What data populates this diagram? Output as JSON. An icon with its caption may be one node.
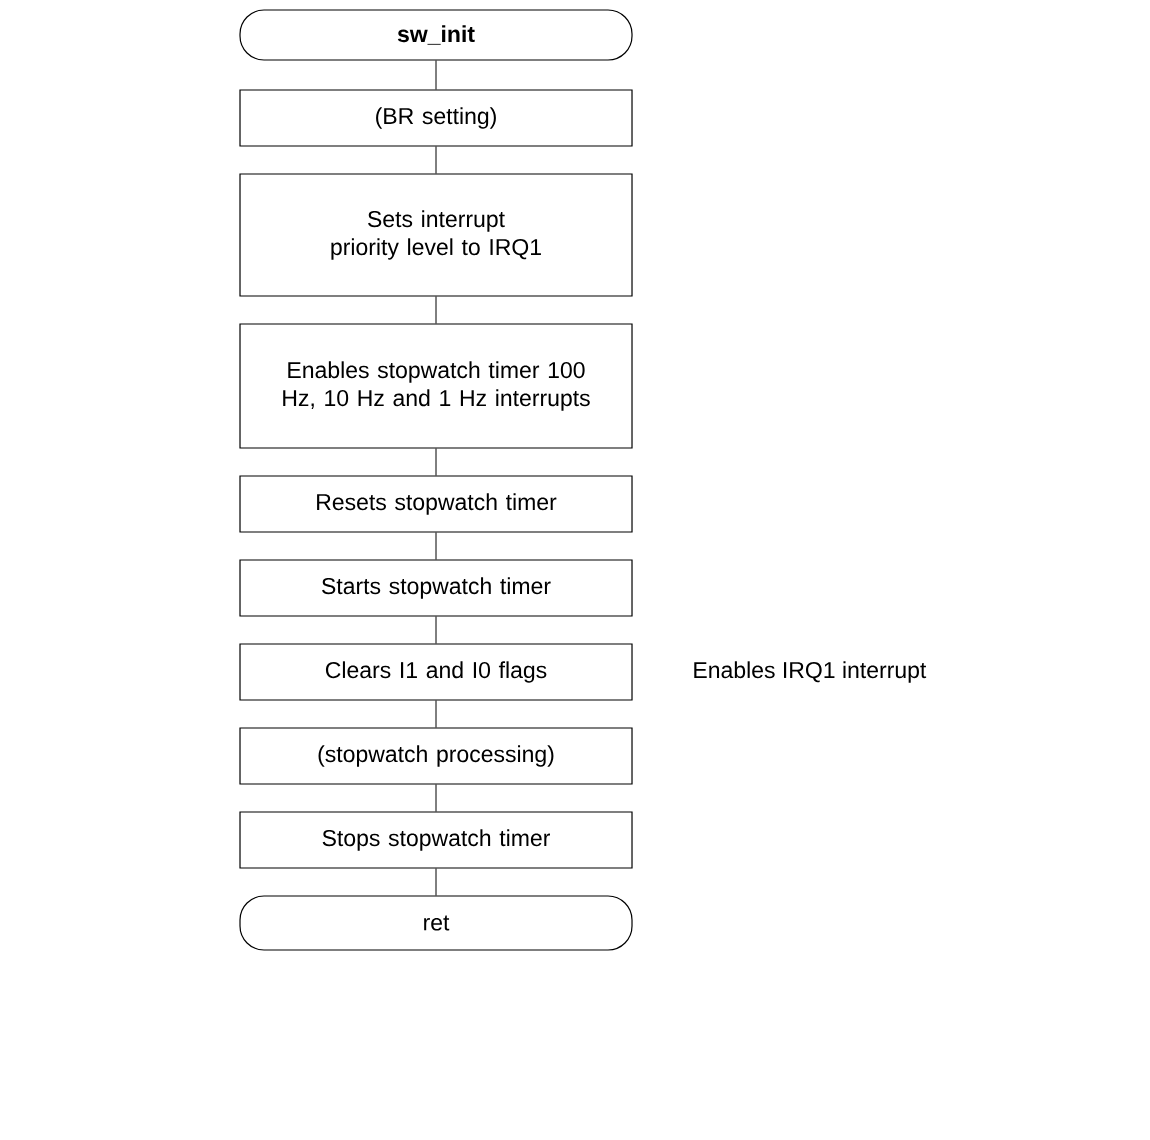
{
  "diagram": {
    "nodes": [
      {
        "text": [
          "sw_init"
        ]
      },
      {
        "text": [
          "(BR setting)"
        ]
      },
      {
        "text": [
          "Sets interrupt priority level to IRQ1"
        ]
      },
      {
        "text": [
          "Enables stopwatch timer 100 Hz, 10 Hz and 1 Hz interrupts"
        ]
      },
      {
        "text": [
          "Resets stopwatch timer"
        ]
      },
      {
        "text": [
          "Starts stopwatch timer"
        ]
      },
      {
        "text": [
          "Clears I1 and I0 flags"
        ],
        "beside": [
          "Enables IRQ1 interrupt"
        ]
      },
      {
        "text": [
          "(stopwatch processing)"
        ]
      },
      {
        "text": [
          "Stops stopwatch timer"
        ]
      },
      {
        "text": [
          "ret"
        ]
      }
    ],
    "edges": [
      {
        "from": 0,
        "to": 1,
        "arrow": "none"
      },
      {
        "from": 1,
        "to": 2,
        "arrow": "none"
      },
      {
        "from": 2,
        "to": 3,
        "arrow": "none"
      },
      {
        "from": 3,
        "to": 4,
        "arrow": "none"
      },
      {
        "from": 4,
        "to": 5,
        "arrow": "none"
      },
      {
        "from": 5,
        "to": 6,
        "arrow": "none"
      },
      {
        "from": 6,
        "to": 7,
        "arrow": "none"
      },
      {
        "from": 7,
        "to": 8,
        "arrow": "none"
      },
      {
        "from": 8,
        "to": 9,
        "arrow": "none"
      }
    ]
  }
}
